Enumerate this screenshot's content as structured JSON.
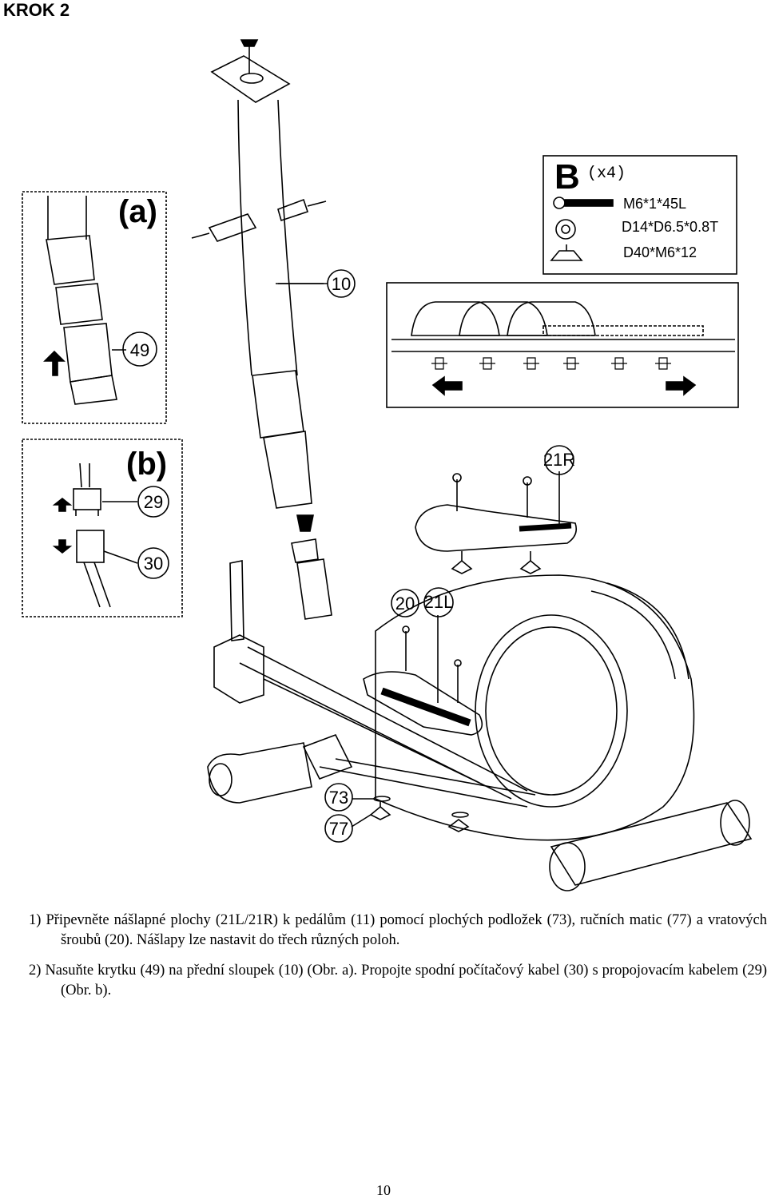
{
  "step_title": "KROK 2",
  "figure": {
    "inset_a_label": "(a)",
    "inset_b_label": "(b)",
    "hardware_box": {
      "letter": "B",
      "quantity": "(x4)",
      "items": [
        "M6*1*45L",
        "D14*D6.5*0.8T",
        "D40*M6*12"
      ]
    },
    "callouts": [
      "10",
      "49",
      "29",
      "30",
      "21R",
      "20",
      "21L",
      "73",
      "77"
    ]
  },
  "instructions": [
    "1) Připevněte nášlapné plochy (21L/21R) k pedálům (11) pomocí plochých podložek (73), ručních matic (77) a vratových šroubů (20). Nášlapy lze nastavit do třech různých poloh.",
    "2) Nasuňte krytku (49) na přední sloupek (10) (Obr. a). Propojte spodní počítačový kabel (30) s propojovacím kabelem (29) (Obr. b)."
  ],
  "page_number": "10"
}
